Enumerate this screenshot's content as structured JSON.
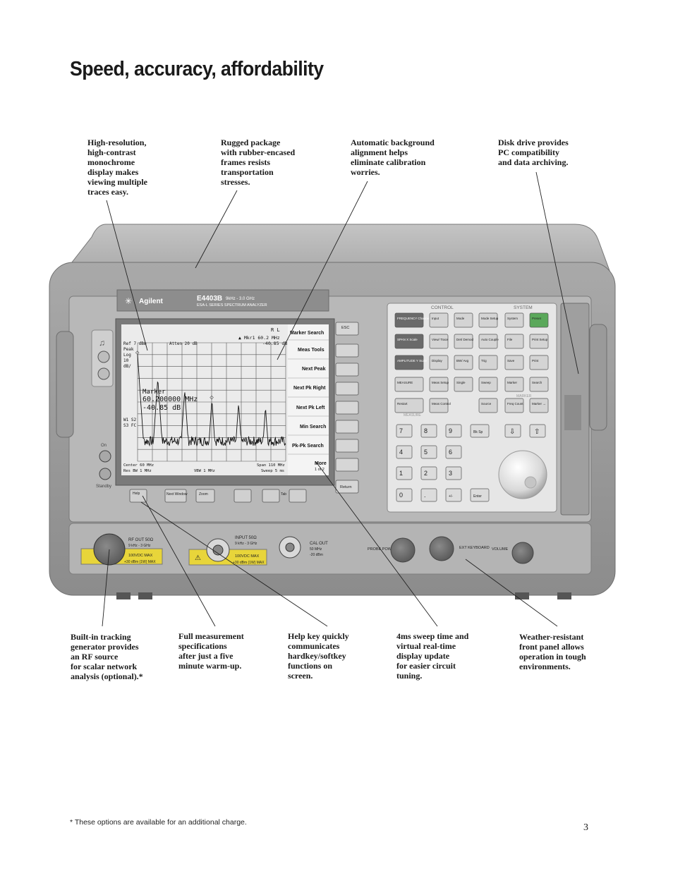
{
  "title": "Speed, accuracy, affordability",
  "callouts_top": [
    "High-resolution,\nhigh-contrast\nmonochrome\ndisplay makes\nviewing multiple\ntraces easy.",
    "Rugged package\nwith rubber-encased\nframes resists\ntransportation\nstresses.",
    "Automatic background\nalignment helps\neliminate calibration\nworries.",
    "Disk drive provides\nPC compatibility\nand data archiving."
  ],
  "callouts_bottom": [
    "Built-in tracking\ngenerator provides\nan RF source\nfor scalar network\nanalysis (optional).*",
    "Full measurement\nspecifications\nafter just a five\nminute warm-up.",
    "Help key quickly\ncommunicates\nhardkey/softkey\nfunctions on\nscreen.",
    "4ms sweep time and\nvirtual real-time\ndisplay update\nfor easier circuit\ntuning.",
    "Weather-resistant\nfront panel allows\noperation in tough\nenvironments."
  ],
  "instrument": {
    "brand": "Agilent",
    "model": "E4403B",
    "range": "9kHz - 3.0 GHz",
    "series": "ESA-L SERIES SPECTRUM ANALYZER",
    "screen": {
      "header_right": "R L",
      "mkr_readout": "▲ Mkr1  60.2 MHz",
      "mkr_level": "-40.85 dB",
      "ref": "Ref 7 dBm",
      "atten": "Atten 20 dB",
      "left_labels": [
        "Peak",
        "Log",
        "10",
        "dB/"
      ],
      "trace_labels": [
        "W1 S2",
        "S3 FC"
      ],
      "marker_title": "Marker",
      "marker_freq": "60.200000 MHz",
      "marker_level": "-40.85 dB",
      "center": "Center 60 MHz",
      "res_bw": "Res BW 1 MHz",
      "vbw": "VBW 1 MHz",
      "span": "Span 110 MHz",
      "sweep": "Sweep 5 ms",
      "softkeys": [
        "Marker Search",
        "Meas Tools",
        "Next Peak",
        "Next Pk Right",
        "Next Pk Left",
        "Min Search",
        "Pk-Pk Search",
        "More"
      ],
      "more_sub": "1 of 2"
    },
    "side_keys": [
      "ESC",
      "Return"
    ],
    "below_screen_keys": [
      "Help",
      "Next Window",
      "Zoom",
      "Tab"
    ],
    "power_labels": [
      "On",
      "Standby"
    ],
    "sections": [
      "CONTROL",
      "SYSTEM",
      "MEASURE",
      "MARKER"
    ],
    "control_keys": [
      "FREQUENCY Channel",
      "Input",
      "Mode",
      "Mode Setup",
      "System",
      "Preset",
      "SPAN X Scale",
      "View/ Trace",
      "Det/ Demod",
      "Auto Couple",
      "File",
      "Print Setup",
      "AMPLITUDE Y Scale",
      "Display",
      "BW/ Avg",
      "Trig",
      "Save",
      "Print",
      "MEASURE",
      "Meas Setup",
      "Single",
      "Sweep",
      "Marker",
      "Search",
      "Restart",
      "Meas Control",
      "Source",
      "Freq Count",
      "Marker →"
    ],
    "num_keys": [
      "7",
      "8",
      "9",
      "Bk Sp",
      "4",
      "5",
      "6",
      "1",
      "2",
      "3",
      "0",
      ".",
      "+/-",
      "Enter"
    ],
    "connectors": [
      "RF OUT 50Ω",
      "INPUT 50Ω",
      "CAL OUT",
      "PROBE POWER",
      "EXT KEYBOARD",
      "VOLUME"
    ],
    "connector_details": [
      "9 kHz - 3 GHz",
      "100VDC MAX",
      "+30 dBm (1W) MAX",
      "50 MHz",
      "-20 dBm"
    ]
  },
  "chart_data": {
    "type": "line",
    "title": "",
    "xlabel": "",
    "ylabel": "",
    "x_range_mhz": [
      5,
      115
    ],
    "ref_level_dbm": 7,
    "db_per_div": 10,
    "series": [
      {
        "peaks_mhz": [
          5,
          20,
          40,
          60.2,
          80,
          100
        ],
        "peaks_dbm": [
          -3,
          -23,
          -33,
          -40.85,
          -44,
          -47
        ],
        "noise_floor_dbm": -76
      }
    ]
  },
  "footnote": "* These options are available for an additional charge.",
  "page_number": "3"
}
